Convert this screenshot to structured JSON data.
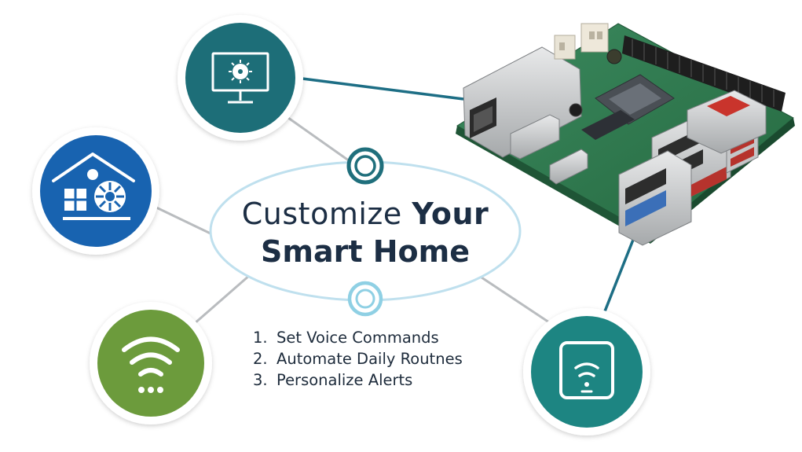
{
  "title": {
    "light": "Customize",
    "bold": "Your",
    "line2": "Smart Home"
  },
  "steps": [
    {
      "num": "1.",
      "text": "Set Voice Commands"
    },
    {
      "num": "2.",
      "text": "Automate Daily Routnes"
    },
    {
      "num": "3.",
      "text": "Personalize Alerts"
    }
  ],
  "nodes": [
    {
      "id": "monitor",
      "icon": "monitor-virus-icon",
      "color": "#1d6e78"
    },
    {
      "id": "home",
      "icon": "smart-home-icon",
      "color": "#1863b0"
    },
    {
      "id": "wifi",
      "icon": "wifi-icon",
      "color": "#6c9b3c"
    },
    {
      "id": "tablet",
      "icon": "wifi-tablet-icon",
      "color": "#1d8582"
    }
  ],
  "colors": {
    "title": "#1c2e44",
    "connector": "#b9bcbf",
    "teal_line": "#1d6e85",
    "oval_outline": "#bfe0ee",
    "board_pcb": "#2f7b52"
  }
}
